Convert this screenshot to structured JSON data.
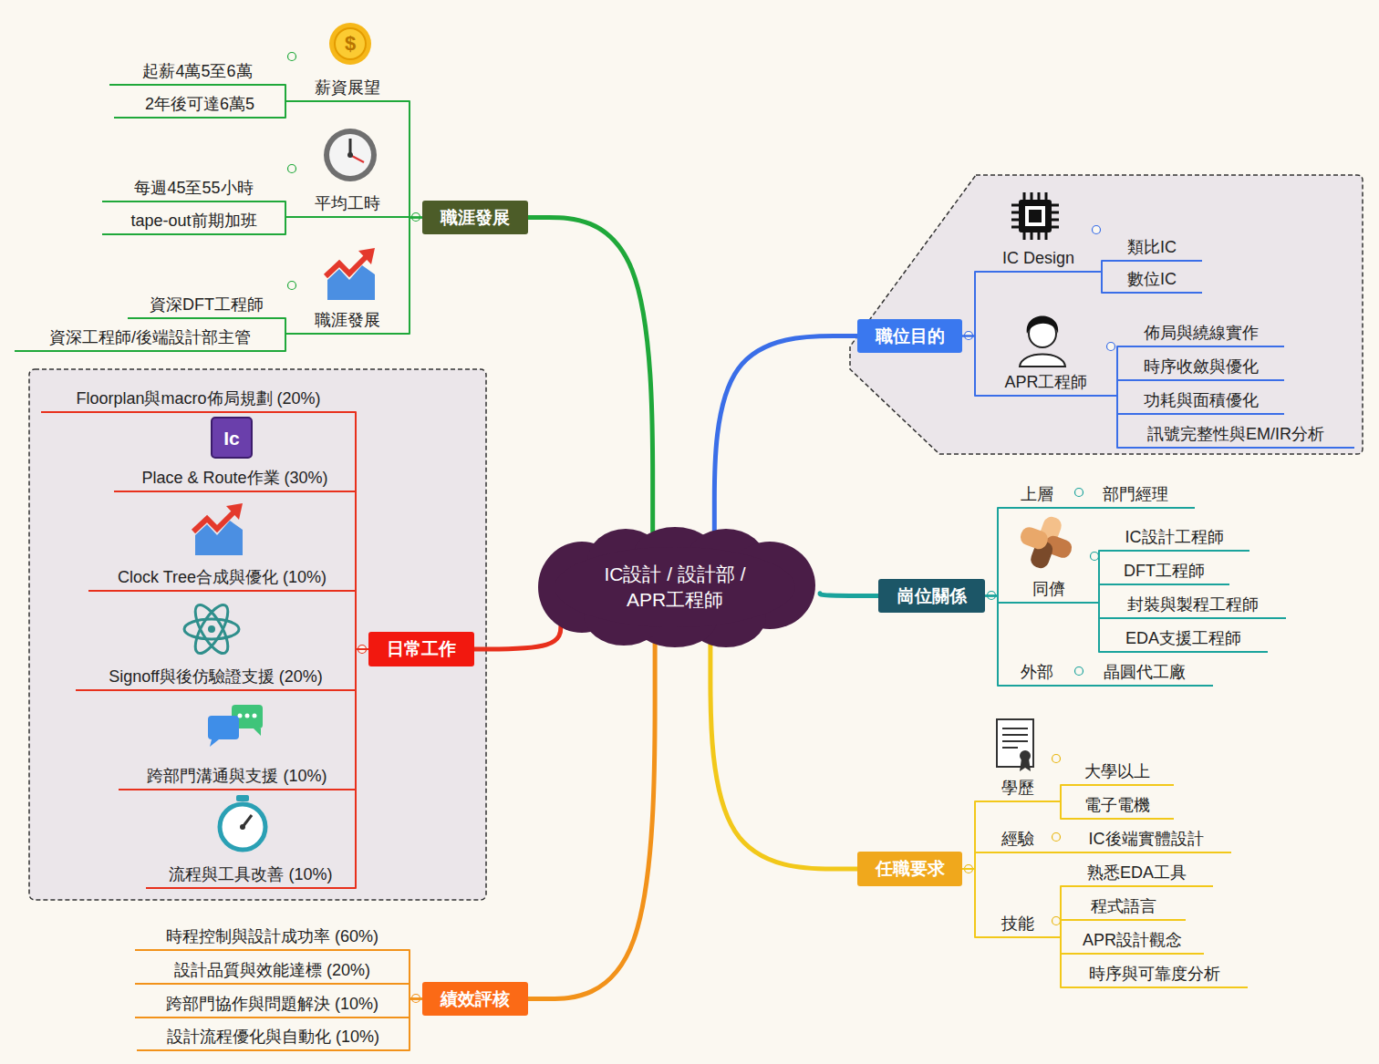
{
  "diagram": {
    "nodes": [
      {
        "text": [
          "IC設計 / 設計部 / APR工程師"
        ]
      },
      {
        "text": [
          "職涯發展"
        ]
      },
      {
        "text": [
          "薪資展望"
        ]
      },
      {
        "text": [
          "起薪4萬5至6萬"
        ]
      },
      {
        "text": [
          "2年後可達6萬5"
        ]
      },
      {
        "text": [
          "平均工時"
        ]
      },
      {
        "text": [
          "每週45至55小時"
        ]
      },
      {
        "text": [
          "tape-out前期加班"
        ]
      },
      {
        "text": [
          "職涯發展"
        ]
      },
      {
        "text": [
          "資深DFT工程師"
        ]
      },
      {
        "text": [
          "資深工程師/後端設計部主管"
        ]
      },
      {
        "text": [
          "職位目的"
        ]
      },
      {
        "text": [
          "IC Design"
        ]
      },
      {
        "text": [
          "類比IC"
        ]
      },
      {
        "text": [
          "數位IC"
        ]
      },
      {
        "text": [
          "APR工程師"
        ]
      },
      {
        "text": [
          "佈局與繞線實作"
        ]
      },
      {
        "text": [
          "時序收斂與優化"
        ]
      },
      {
        "text": [
          "功耗與面積優化"
        ]
      },
      {
        "text": [
          "訊號完整性與EM/IR分析"
        ]
      },
      {
        "text": [
          "崗位關係"
        ]
      },
      {
        "text": [
          "上層"
        ]
      },
      {
        "text": [
          "部門經理"
        ]
      },
      {
        "text": [
          "同儕"
        ]
      },
      {
        "text": [
          "IC設計工程師"
        ]
      },
      {
        "text": [
          "DFT工程師"
        ]
      },
      {
        "text": [
          "封裝與製程工程師"
        ]
      },
      {
        "text": [
          "EDA支援工程師"
        ]
      },
      {
        "text": [
          "外部"
        ]
      },
      {
        "text": [
          "晶圓代工廠"
        ]
      },
      {
        "text": [
          "任職要求"
        ]
      },
      {
        "text": [
          "學歷"
        ]
      },
      {
        "text": [
          "大學以上"
        ]
      },
      {
        "text": [
          "電子電機"
        ]
      },
      {
        "text": [
          "經驗"
        ]
      },
      {
        "text": [
          "IC後端實體設計"
        ]
      },
      {
        "text": [
          "技能"
        ]
      },
      {
        "text": [
          "熟悉EDA工具"
        ]
      },
      {
        "text": [
          "程式語言"
        ]
      },
      {
        "text": [
          "APR設計觀念"
        ]
      },
      {
        "text": [
          "時序與可靠度分析"
        ]
      },
      {
        "text": [
          "績效評核"
        ]
      },
      {
        "text": [
          "時程控制與設計成功率 (60%)"
        ]
      },
      {
        "text": [
          "設計品質與效能達標 (20%)"
        ]
      },
      {
        "text": [
          "跨部門協作與問題解決 (10%)"
        ]
      },
      {
        "text": [
          "設計流程優化與自動化 (10%)"
        ]
      },
      {
        "text": [
          "日常工作"
        ]
      },
      {
        "text": [
          "Floorplan與macro佈局規劃 (20%)"
        ]
      },
      {
        "text": [
          "Place & Route作業 (30%)"
        ]
      },
      {
        "text": [
          "Clock Tree合成與優化 (10%)"
        ]
      },
      {
        "text": [
          "Signoff與後仿驗證支援 (20%)"
        ]
      },
      {
        "text": [
          "跨部門溝通與支援 (10%)"
        ]
      },
      {
        "text": [
          "流程與工具改善 (10%)"
        ]
      }
    ],
    "edges": [
      {
        "from": 0,
        "to": 1,
        "arrow": "none"
      },
      {
        "from": 1,
        "to": 2,
        "arrow": "none"
      },
      {
        "from": 2,
        "to": 3,
        "arrow": "none"
      },
      {
        "from": 2,
        "to": 4,
        "arrow": "none"
      },
      {
        "from": 1,
        "to": 5,
        "arrow": "none"
      },
      {
        "from": 5,
        "to": 6,
        "arrow": "none"
      },
      {
        "from": 5,
        "to": 7,
        "arrow": "none"
      },
      {
        "from": 1,
        "to": 8,
        "arrow": "none"
      },
      {
        "from": 8,
        "to": 9,
        "arrow": "none"
      },
      {
        "from": 8,
        "to": 10,
        "arrow": "none"
      },
      {
        "from": 0,
        "to": 11,
        "arrow": "none"
      },
      {
        "from": 11,
        "to": 12,
        "arrow": "none"
      },
      {
        "from": 12,
        "to": 13,
        "arrow": "none"
      },
      {
        "from": 12,
        "to": 14,
        "arrow": "none"
      },
      {
        "from": 11,
        "to": 15,
        "arrow": "none"
      },
      {
        "from": 15,
        "to": 16,
        "arrow": "none"
      },
      {
        "from": 15,
        "to": 17,
        "arrow": "none"
      },
      {
        "from": 15,
        "to": 18,
        "arrow": "none"
      },
      {
        "from": 15,
        "to": 19,
        "arrow": "none"
      },
      {
        "from": 0,
        "to": 20,
        "arrow": "none"
      },
      {
        "from": 20,
        "to": 21,
        "arrow": "none"
      },
      {
        "from": 21,
        "to": 22,
        "arrow": "none"
      },
      {
        "from": 20,
        "to": 23,
        "arrow": "none"
      },
      {
        "from": 23,
        "to": 24,
        "arrow": "none"
      },
      {
        "from": 23,
        "to": 25,
        "arrow": "none"
      },
      {
        "from": 23,
        "to": 26,
        "arrow": "none"
      },
      {
        "from": 23,
        "to": 27,
        "arrow": "none"
      },
      {
        "from": 20,
        "to": 28,
        "arrow": "none"
      },
      {
        "from": 28,
        "to": 29,
        "arrow": "none"
      },
      {
        "from": 0,
        "to": 30,
        "arrow": "none"
      },
      {
        "from": 30,
        "to": 31,
        "arrow": "none"
      },
      {
        "from": 31,
        "to": 32,
        "arrow": "none"
      },
      {
        "from": 31,
        "to": 33,
        "arrow": "none"
      },
      {
        "from": 30,
        "to": 34,
        "arrow": "none"
      },
      {
        "from": 34,
        "to": 35,
        "arrow": "none"
      },
      {
        "from": 30,
        "to": 36,
        "arrow": "none"
      },
      {
        "from": 36,
        "to": 37,
        "arrow": "none"
      },
      {
        "from": 36,
        "to": 38,
        "arrow": "none"
      },
      {
        "from": 36,
        "to": 39,
        "arrow": "none"
      },
      {
        "from": 36,
        "to": 40,
        "arrow": "none"
      },
      {
        "from": 0,
        "to": 41,
        "arrow": "none"
      },
      {
        "from": 41,
        "to": 42,
        "arrow": "none"
      },
      {
        "from": 41,
        "to": 43,
        "arrow": "none"
      },
      {
        "from": 41,
        "to": 44,
        "arrow": "none"
      },
      {
        "from": 41,
        "to": 45,
        "arrow": "none"
      },
      {
        "from": 0,
        "to": 46,
        "arrow": "none"
      },
      {
        "from": 46,
        "to": 47,
        "arrow": "none"
      },
      {
        "from": 46,
        "to": 48,
        "arrow": "none"
      },
      {
        "from": 46,
        "to": 49,
        "arrow": "none"
      },
      {
        "from": 46,
        "to": 50,
        "arrow": "none"
      },
      {
        "from": 46,
        "to": 51,
        "arrow": "none"
      },
      {
        "from": 46,
        "to": 52,
        "arrow": "none"
      }
    ],
    "labels": [
      "$",
      "Ic"
    ]
  }
}
